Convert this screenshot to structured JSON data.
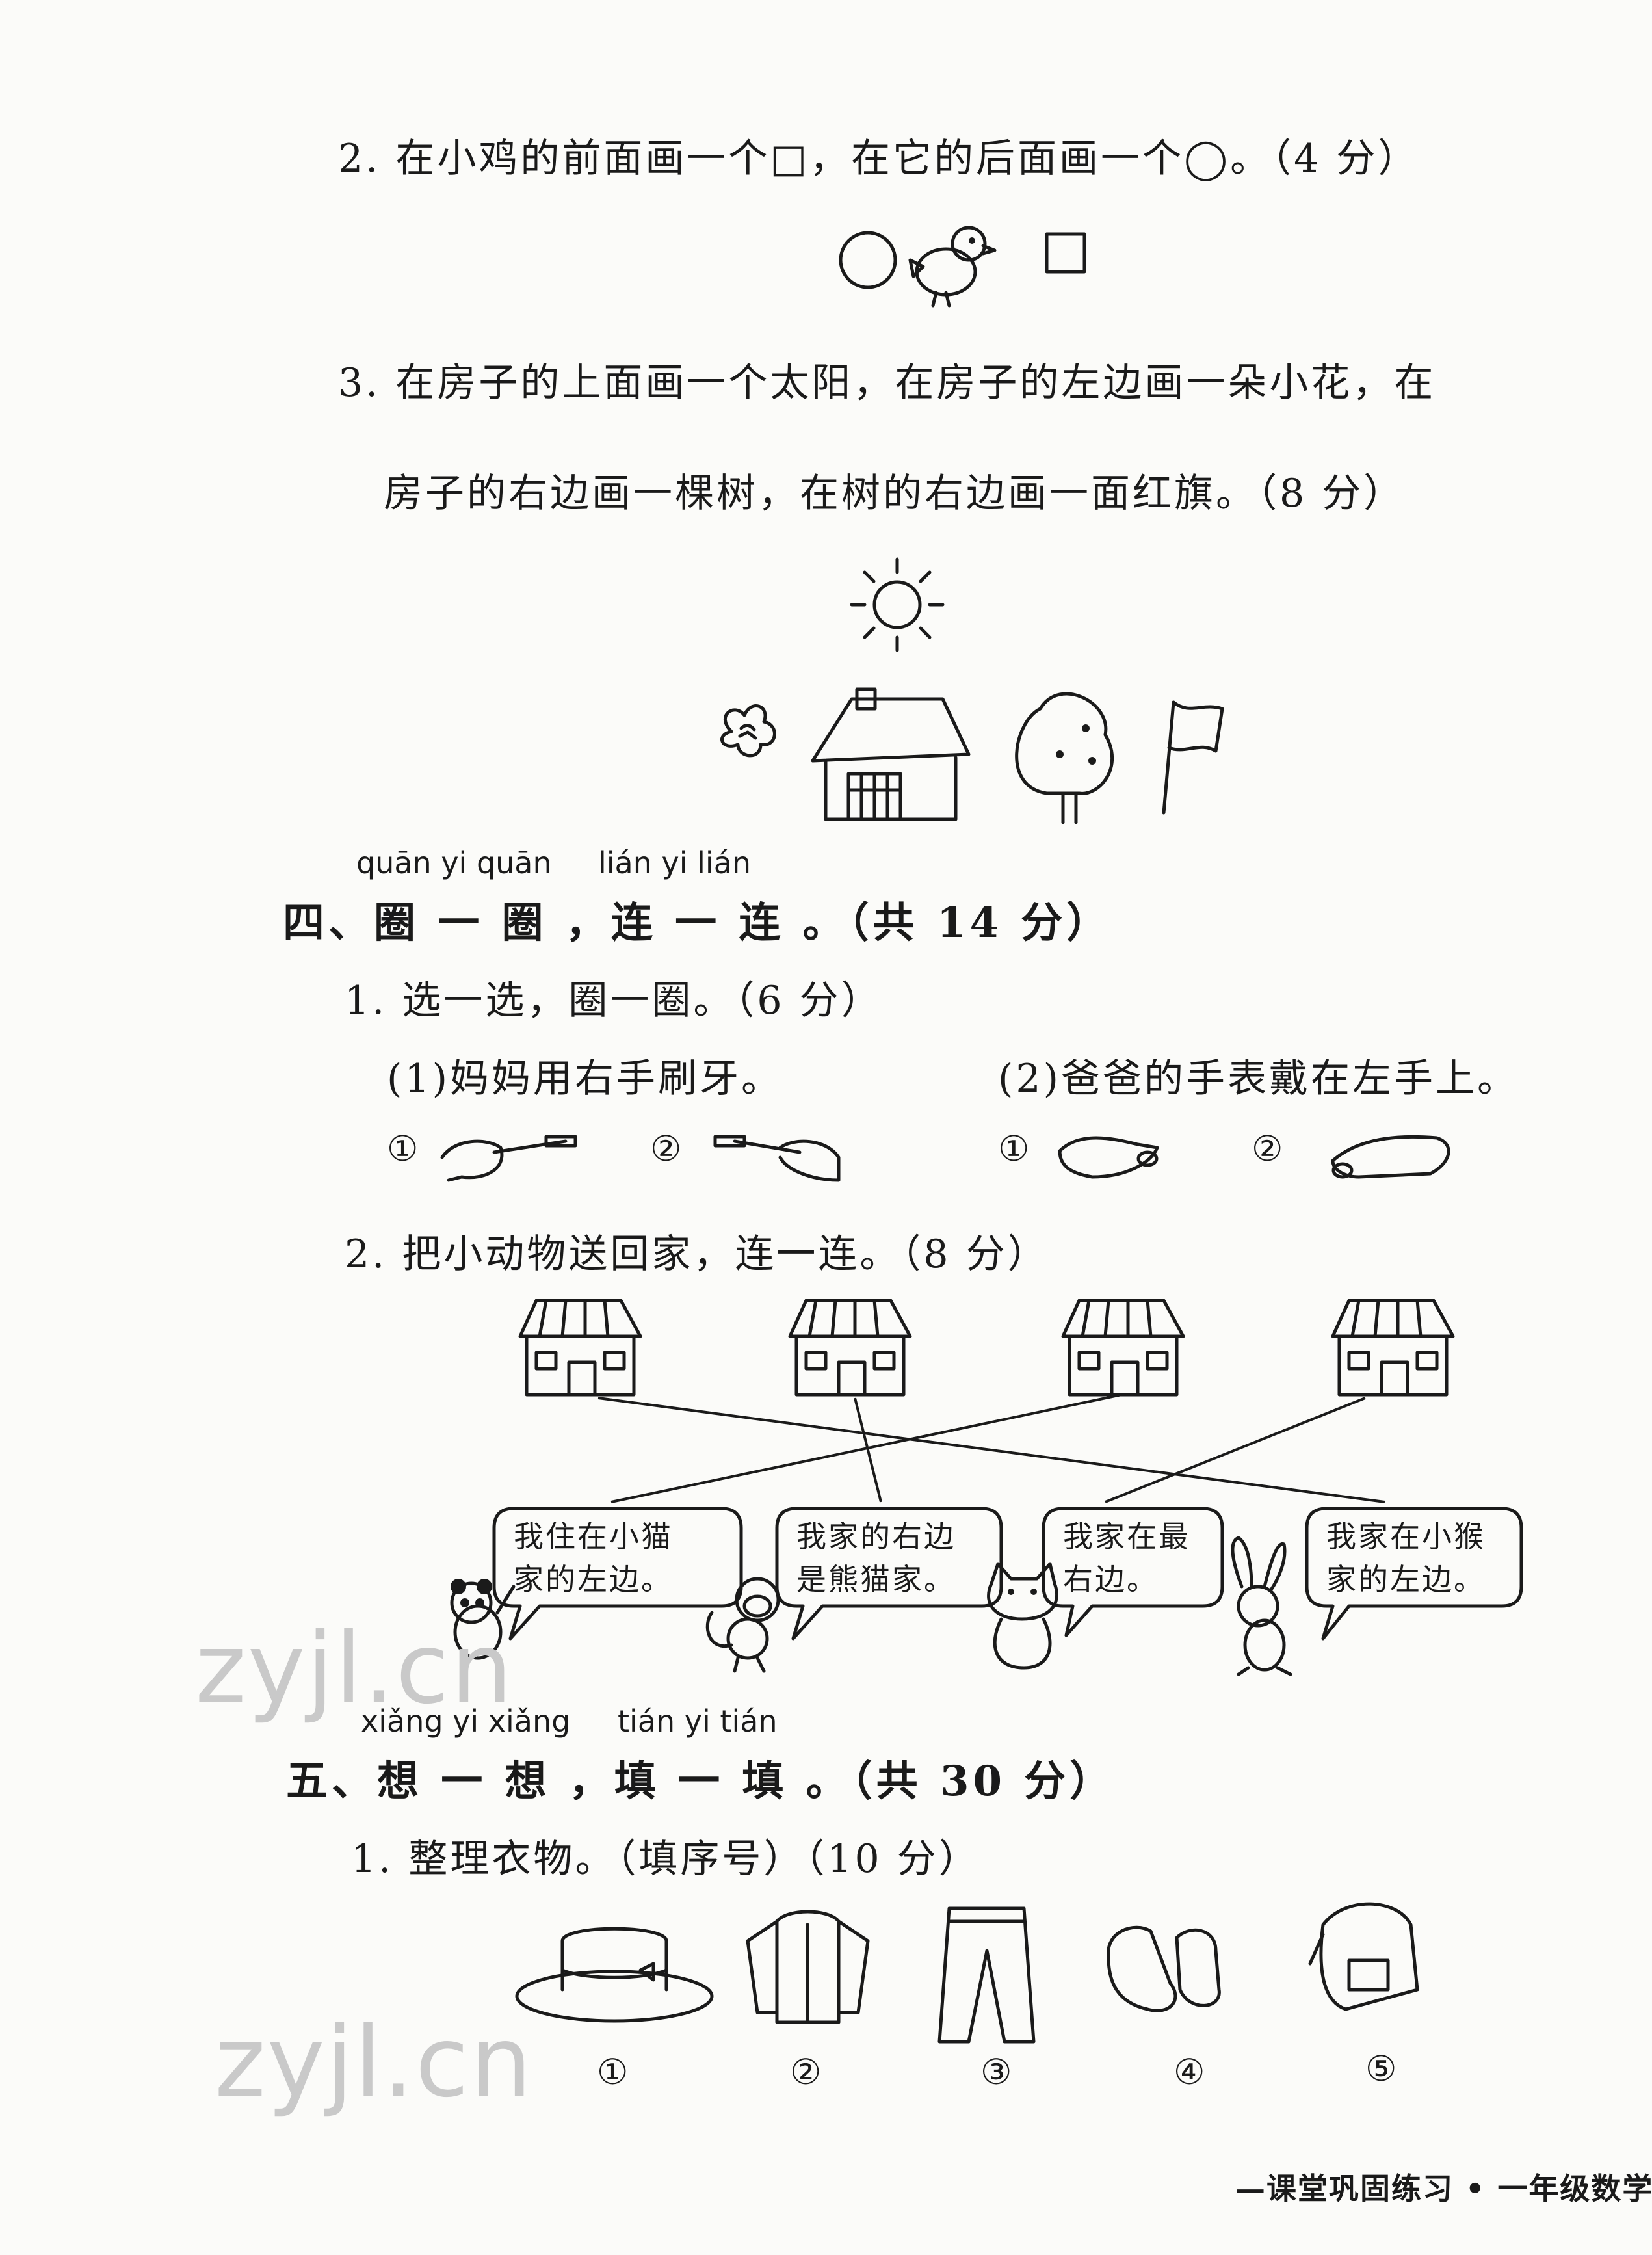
{
  "q2": {
    "text": "2. 在小鸡的前面画一个□，在它的后面画一个◯。（4 分）"
  },
  "q3": {
    "line1": "3. 在房子的上面画一个太阳，在房子的左边画一朵小花，在",
    "line2": "房子的右边画一棵树，在树的右边画一面红旗。（8 分）"
  },
  "section4": {
    "pinyin1": "quān yi quān",
    "pinyin2": "lián yi lián",
    "title": "四、圈 一 圈 ，连 一 连 。（共 14 分）",
    "q1": {
      "text": "1. 选一选，圈一圈。（6 分）",
      "sub1": "(1)妈妈用右手刷牙。",
      "sub2": "(2)爸爸的手表戴在左手上。",
      "opt1": "①",
      "opt2": "②"
    },
    "q2": {
      "text": "2. 把小动物送回家，连一连。（8 分）",
      "bubbles": [
        {
          "line1": "我住在小猫",
          "line2": "家的左边。"
        },
        {
          "line1": "我家的右边",
          "line2": "是熊猫家。"
        },
        {
          "line1": "我家在最",
          "line2": "右边。"
        },
        {
          "line1": "我家在小猴",
          "line2": "家的左边。"
        }
      ]
    }
  },
  "section5": {
    "pinyin1": "xiǎng yi xiǎng",
    "pinyin2": "tián yi tián",
    "title": "五、想 一 想 ，填 一 填 。（共 30 分）",
    "q1": {
      "text": "1. 整理衣物。（填序号）（10 分）",
      "labels": [
        "①",
        "②",
        "③",
        "④",
        "⑤"
      ]
    }
  },
  "footer": "—课堂巩固练习 • 一年级数学",
  "watermark": "zyjl.cn"
}
